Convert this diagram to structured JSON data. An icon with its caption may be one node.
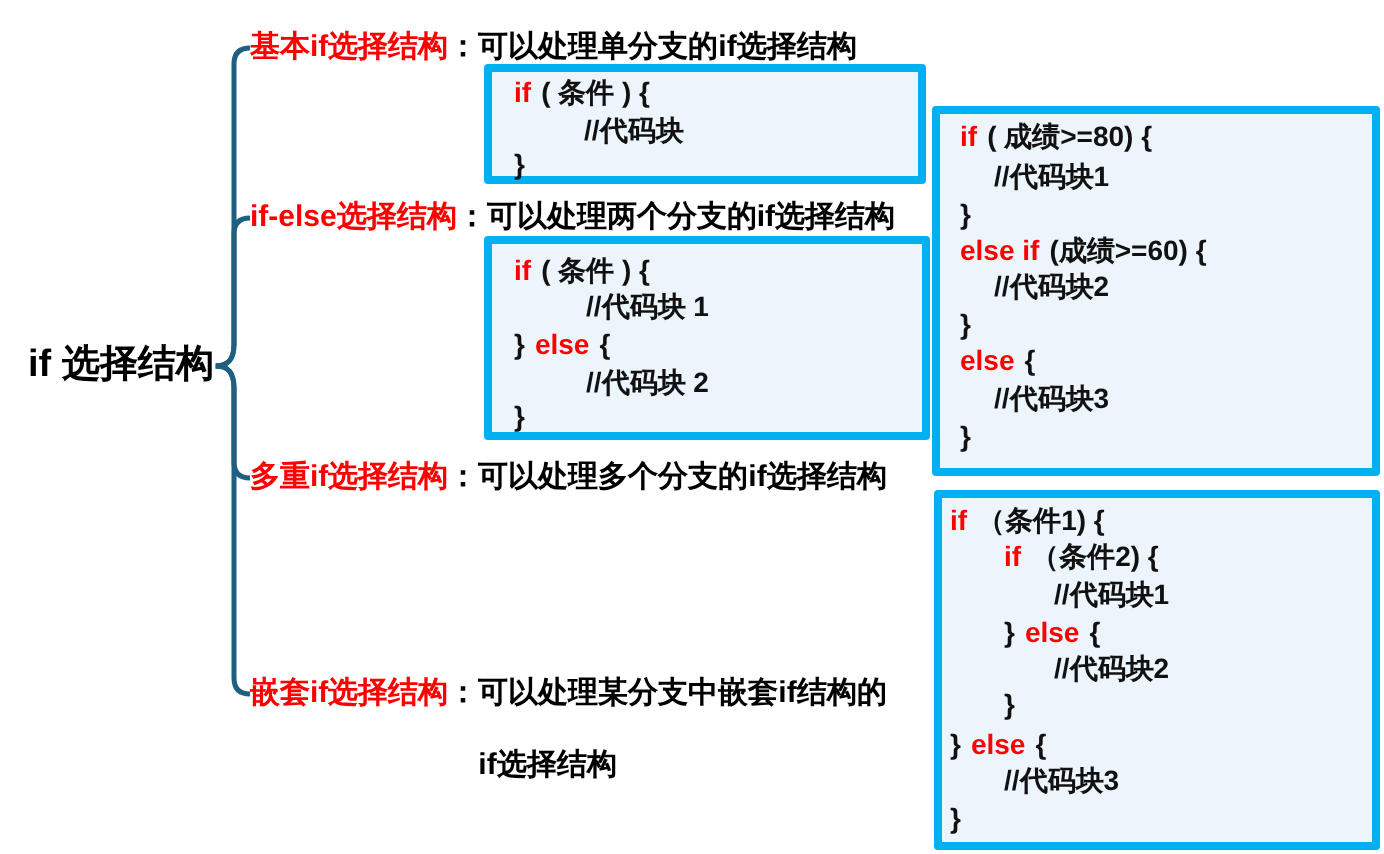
{
  "diagram": {
    "nodes": [
      {
        "text": [
          "if 选择结构"
        ]
      },
      {
        "text": [
          "基本if选择结构",
          "：可以处理单分支的if选择结构"
        ]
      },
      {
        "text": [
          "if",
          "( 条件 ) {",
          "//代码块",
          "}"
        ]
      },
      {
        "text": [
          "if-else选择结构",
          "：可以处理两个分支的if选择结构"
        ]
      },
      {
        "text": [
          "if",
          "( 条件 ) {",
          "//代码块 1",
          "}",
          "else",
          "{",
          "//代码块 2",
          "}"
        ]
      },
      {
        "text": [
          "多重if选择结构",
          "：可以处理多个分支的if选择结构"
        ]
      },
      {
        "text": [
          "if",
          "( 成绩>=80) {",
          "//代码块1",
          "}",
          "else if",
          "(成绩>=60) {",
          "//代码块2",
          "}",
          "else",
          "{",
          "//代码块3",
          "}"
        ]
      },
      {
        "text": [
          "嵌套if选择结构",
          "：可以处理某分支中嵌套if结构的if选择结构"
        ]
      },
      {
        "text": [
          "if",
          "（条件1) {",
          "if",
          "（条件2) {",
          "//代码块1",
          "}",
          "else",
          "{",
          "//代码块2",
          "}",
          "}",
          "else",
          "{",
          "//代码块3",
          "}"
        ]
      }
    ],
    "edges": [
      {
        "from": 0,
        "to": 1,
        "arrow": "none"
      },
      {
        "from": 0,
        "to": 3,
        "arrow": "none"
      },
      {
        "from": 0,
        "to": 5,
        "arrow": "none"
      },
      {
        "from": 0,
        "to": 7,
        "arrow": "none"
      }
    ]
  }
}
